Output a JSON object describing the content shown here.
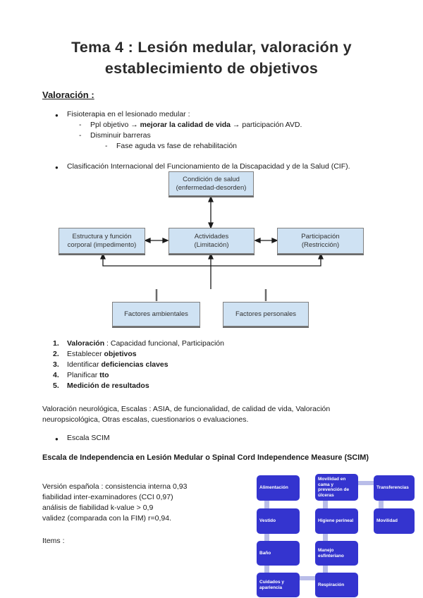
{
  "title_lines": [
    "Tema 4 : Lesión medular, valoración y",
    "establecimiento de objetivos"
  ],
  "valoracion": {
    "heading": "Valoración :",
    "bullet_fisioterapia": "Fisioterapia en el lesionado medular :",
    "sub_objetivo": {
      "pre": "Ppl objetivo → ",
      "bold": "mejorar la calidad de vida",
      "post": " → participación AVD."
    },
    "sub_barreras": "Disminuir barreras",
    "sub_fase": "Fase aguda vs fase de rehabilitación",
    "bullet_cif": "Clasificación Internacional del Funcionamiento de la Discapacidad y de la Salud (CIF)."
  },
  "cif_diagram": {
    "box_fill": "#cfe2f3",
    "condicion": {
      "line1": "Condición de salud",
      "line2": "(enfermedad-desorden)"
    },
    "estructura": {
      "line1": "Estructura y función",
      "line2": "corporal (impedimento)"
    },
    "actividades": {
      "line1": "Actividades",
      "line2": "(Limitación)"
    },
    "participacion": {
      "line1": "Participación",
      "line2": "(Restricción)"
    },
    "ambientales": "Factores ambientales",
    "personales": "Factores personales"
  },
  "steps": [
    {
      "num": "1.",
      "pre": "",
      "bold": "Valoración",
      "post": " : Capacidad funcional, Participación"
    },
    {
      "num": "2.",
      "pre": "Establecer ",
      "bold": "objetivos",
      "post": ""
    },
    {
      "num": "3.",
      "pre": "Identificar ",
      "bold": "deficiencias claves",
      "post": ""
    },
    {
      "num": "4.",
      "pre": "Planificar ",
      "bold": "tto",
      "post": ""
    },
    {
      "num": "5.",
      "pre": "",
      "bold": "Medición de resultados",
      "post": ""
    }
  ],
  "escalas_lines": [
    "Valoración neurológica, Escalas : ASIA, de funcionalidad, de calidad de vida, Valoración",
    "neuropsicológica, Otras escalas, cuestionarios o evaluaciones."
  ],
  "escala_scim_bullet": "Escala SCIM",
  "scim_heading": "Escala de Independencia en Lesión Medular o Spinal Cord Independence Measure (SCIM)",
  "scim_stats": [
    "Versión española : consistencia interna 0,93",
    "fiabilidad inter-examinadores (CCI 0,97)",
    "análisis de fiabilidad k-value > 0,9",
    "validez (comparada con la FIM) r=0,94."
  ],
  "items_label": "Items :",
  "scim_diagram": {
    "box_color": "#3434cf",
    "connector_color": "#b9bde9",
    "col1": [
      "Alimentación",
      "Vestido",
      "Baño",
      "Cuidados y apariencia"
    ],
    "col2": [
      "Movilidad en cama y prevención de úlceras",
      "Higiene perineal",
      "Manejo esfinteriano",
      "Respiración"
    ],
    "col3": [
      "Transferencias",
      "Movilidad"
    ]
  }
}
